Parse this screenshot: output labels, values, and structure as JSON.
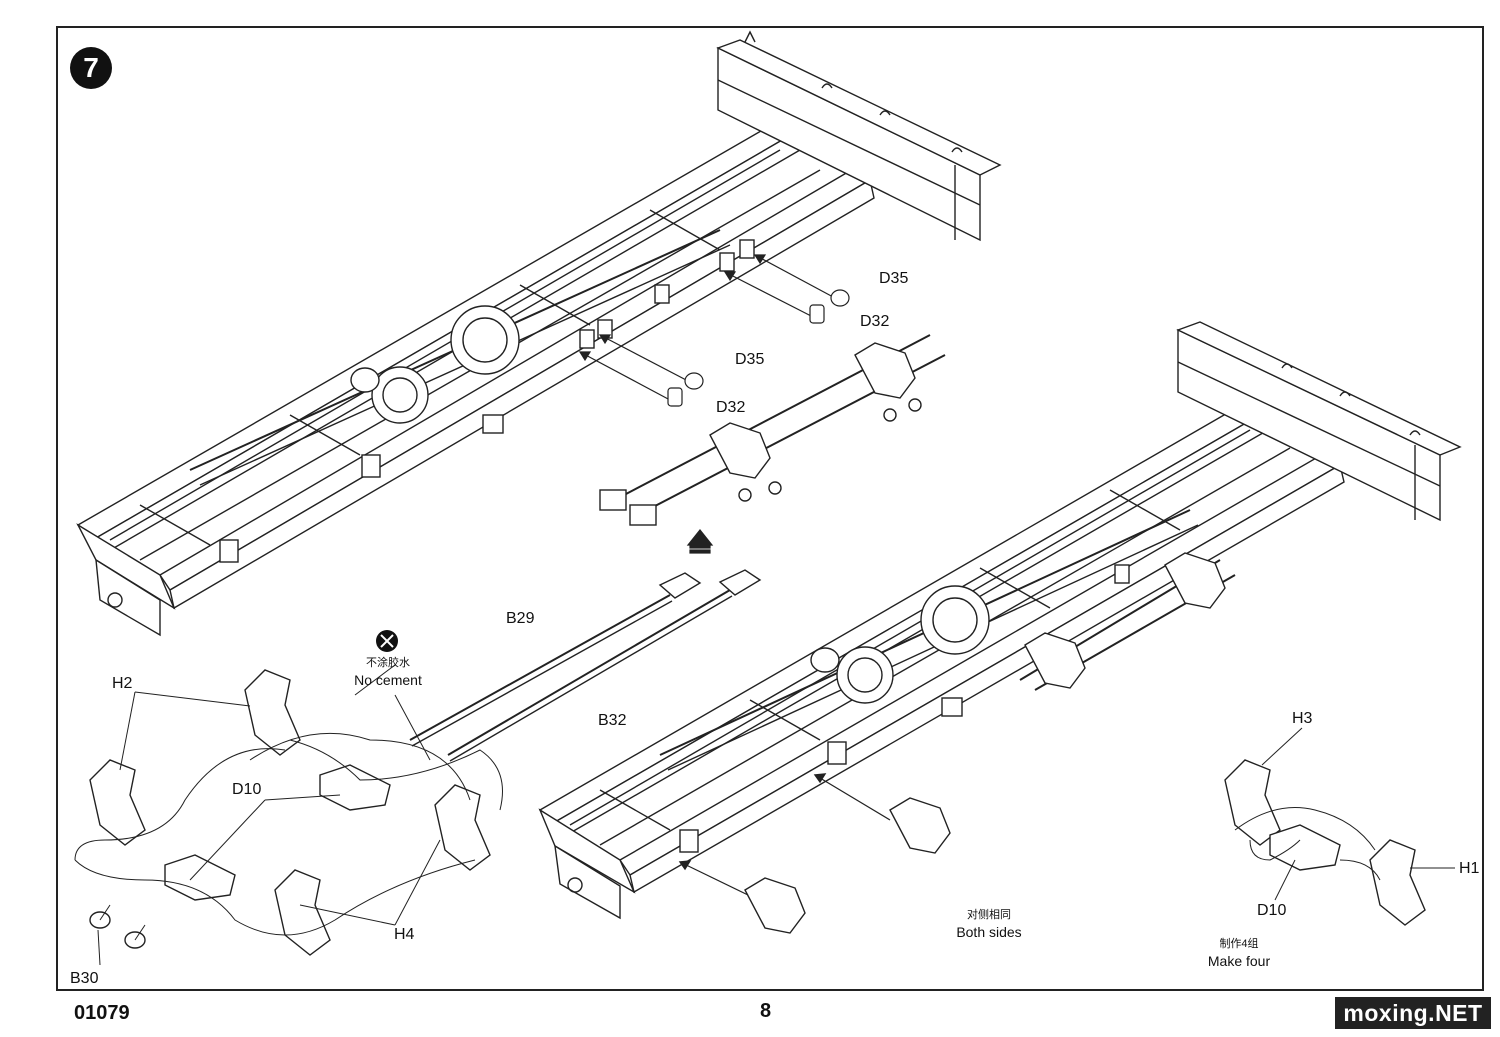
{
  "step": {
    "number": "7"
  },
  "part_labels": {
    "d35_upper": "D35",
    "d32_upper": "D32",
    "d35_lower": "D35",
    "d32_lower": "D32",
    "b29": "B29",
    "b32": "B32",
    "h2": "H2",
    "d10_left": "D10",
    "h4": "H4",
    "b30": "B30",
    "h3": "H3",
    "h1": "H1",
    "d10_right": "D10"
  },
  "notes": {
    "no_cement": {
      "cn": "不涂胶水",
      "en": "No cement"
    },
    "both_sides": {
      "cn": "对侧相同",
      "en": "Both sides"
    },
    "make_four": {
      "cn": "制作4组",
      "en": "Make four"
    }
  },
  "footer": {
    "kit_code": "01079",
    "page_number": "8",
    "watermark": "moxing.NET"
  }
}
